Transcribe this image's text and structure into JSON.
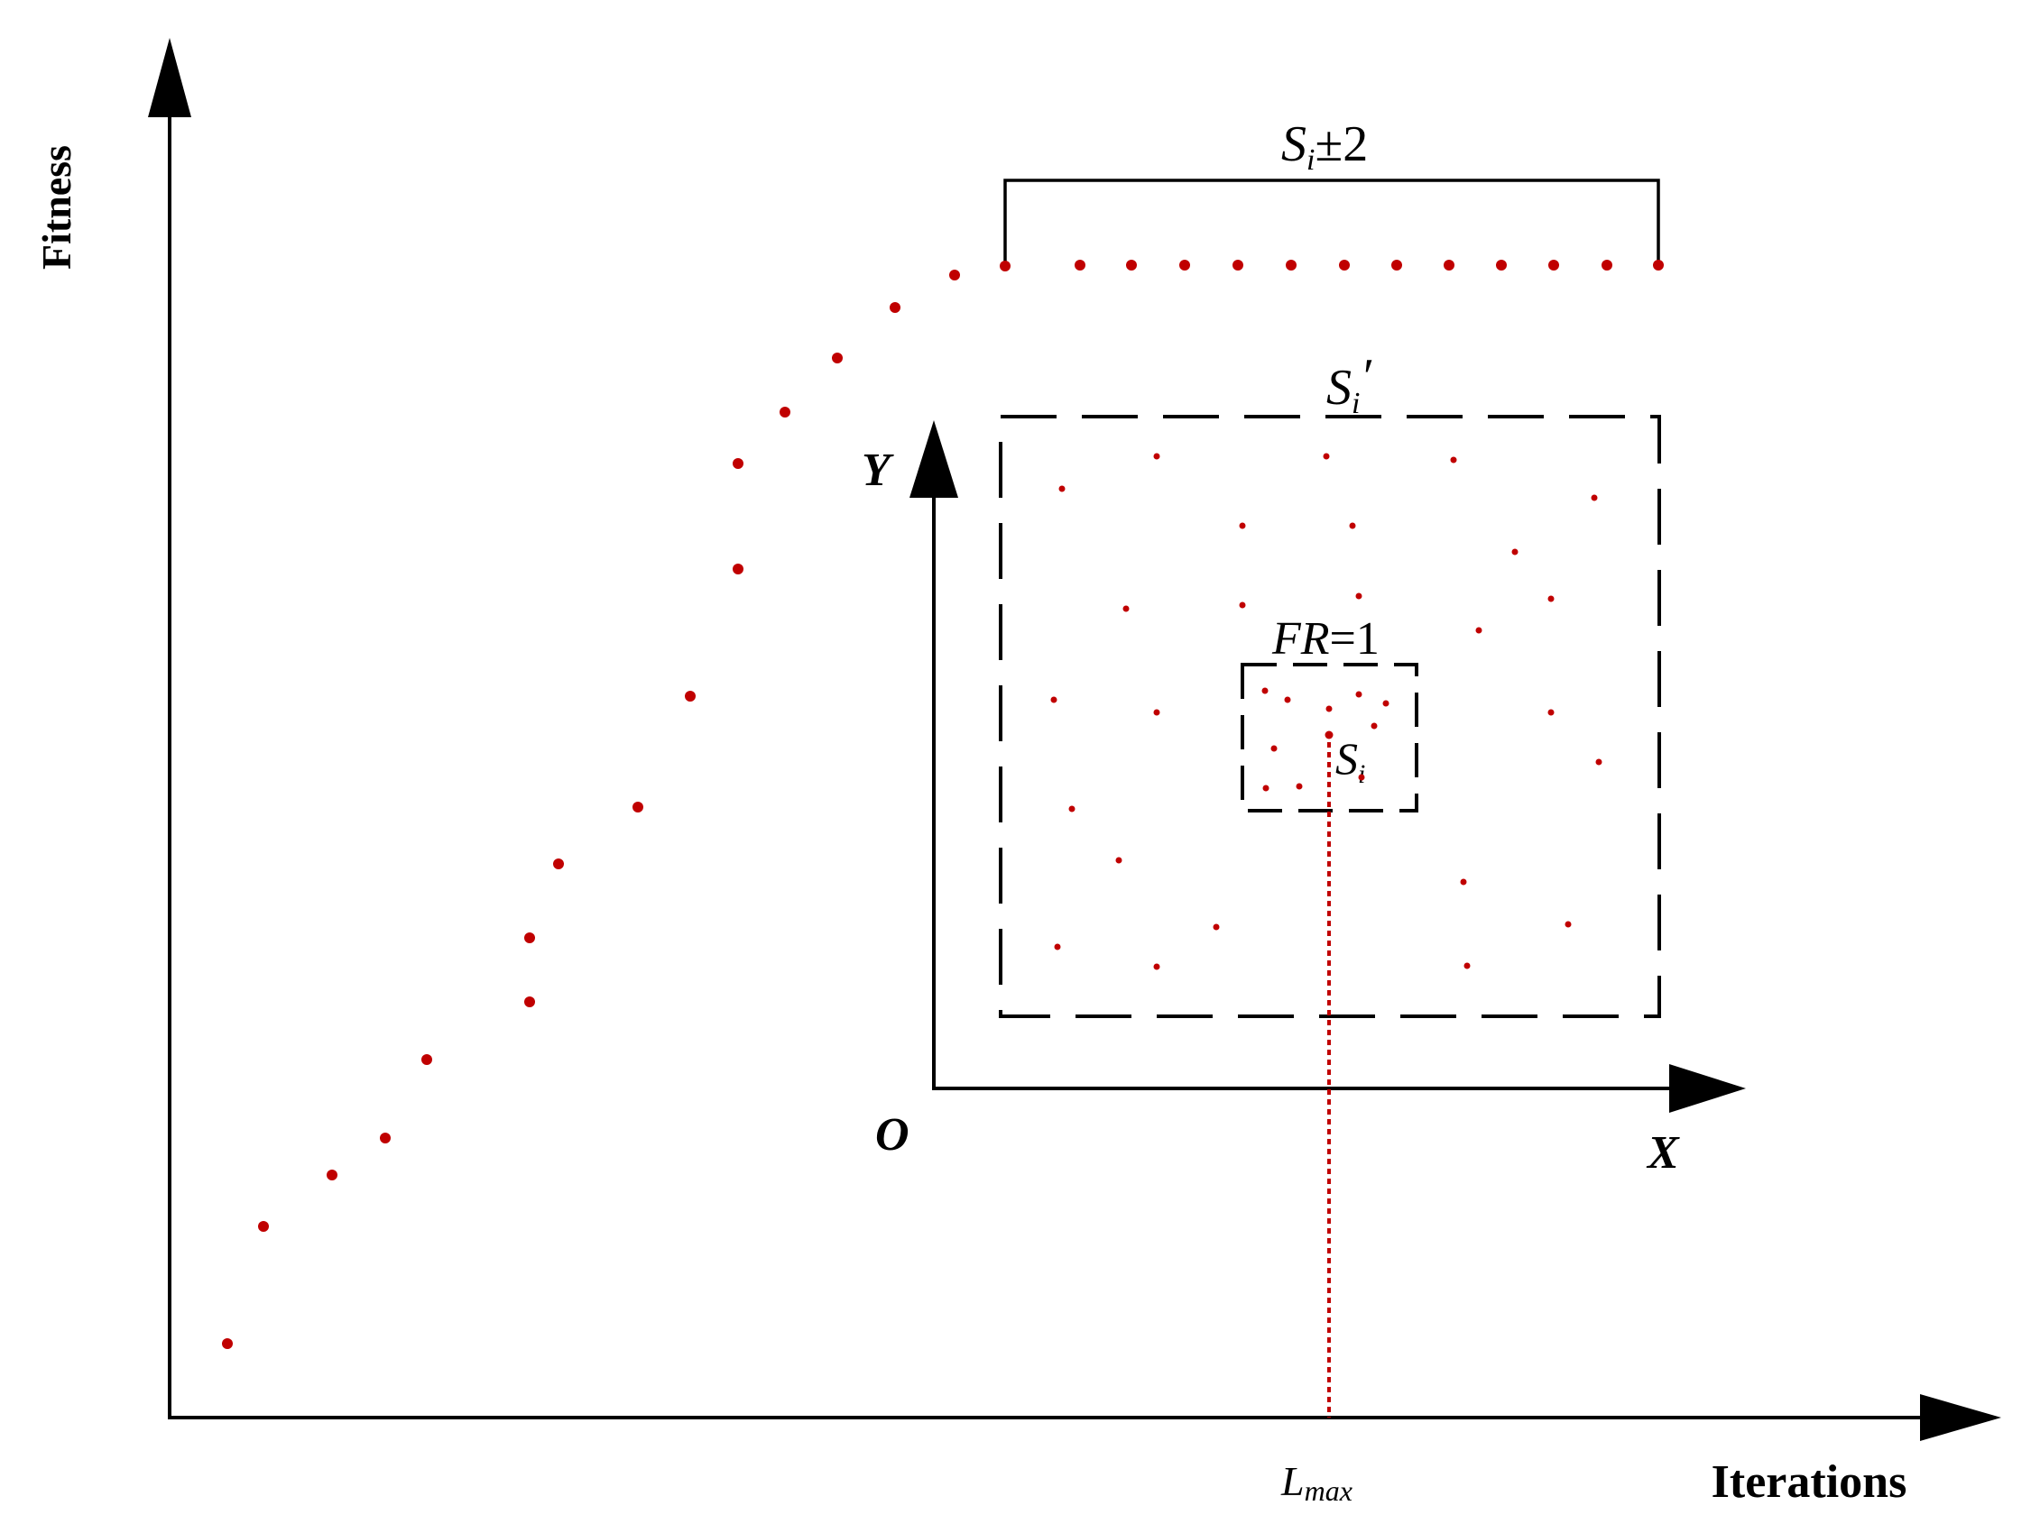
{
  "labels": {
    "y_axis": "Fitness",
    "x_axis": "Iterations",
    "inner_y": "Y",
    "inner_x": "X",
    "inner_origin": "O",
    "bracket": {
      "main": "S",
      "sub": "i",
      "rest": "±2"
    },
    "outer_box": {
      "main": "S",
      "sub": "i",
      "prime": "′"
    },
    "inner_box": {
      "main": "S",
      "sub": "i"
    },
    "fr": {
      "name": "FR",
      "rest": "=1"
    },
    "lmax": {
      "main": "L",
      "sub": "max"
    }
  },
  "colors": {
    "ink": "#000000",
    "points": "#c00000"
  }
}
